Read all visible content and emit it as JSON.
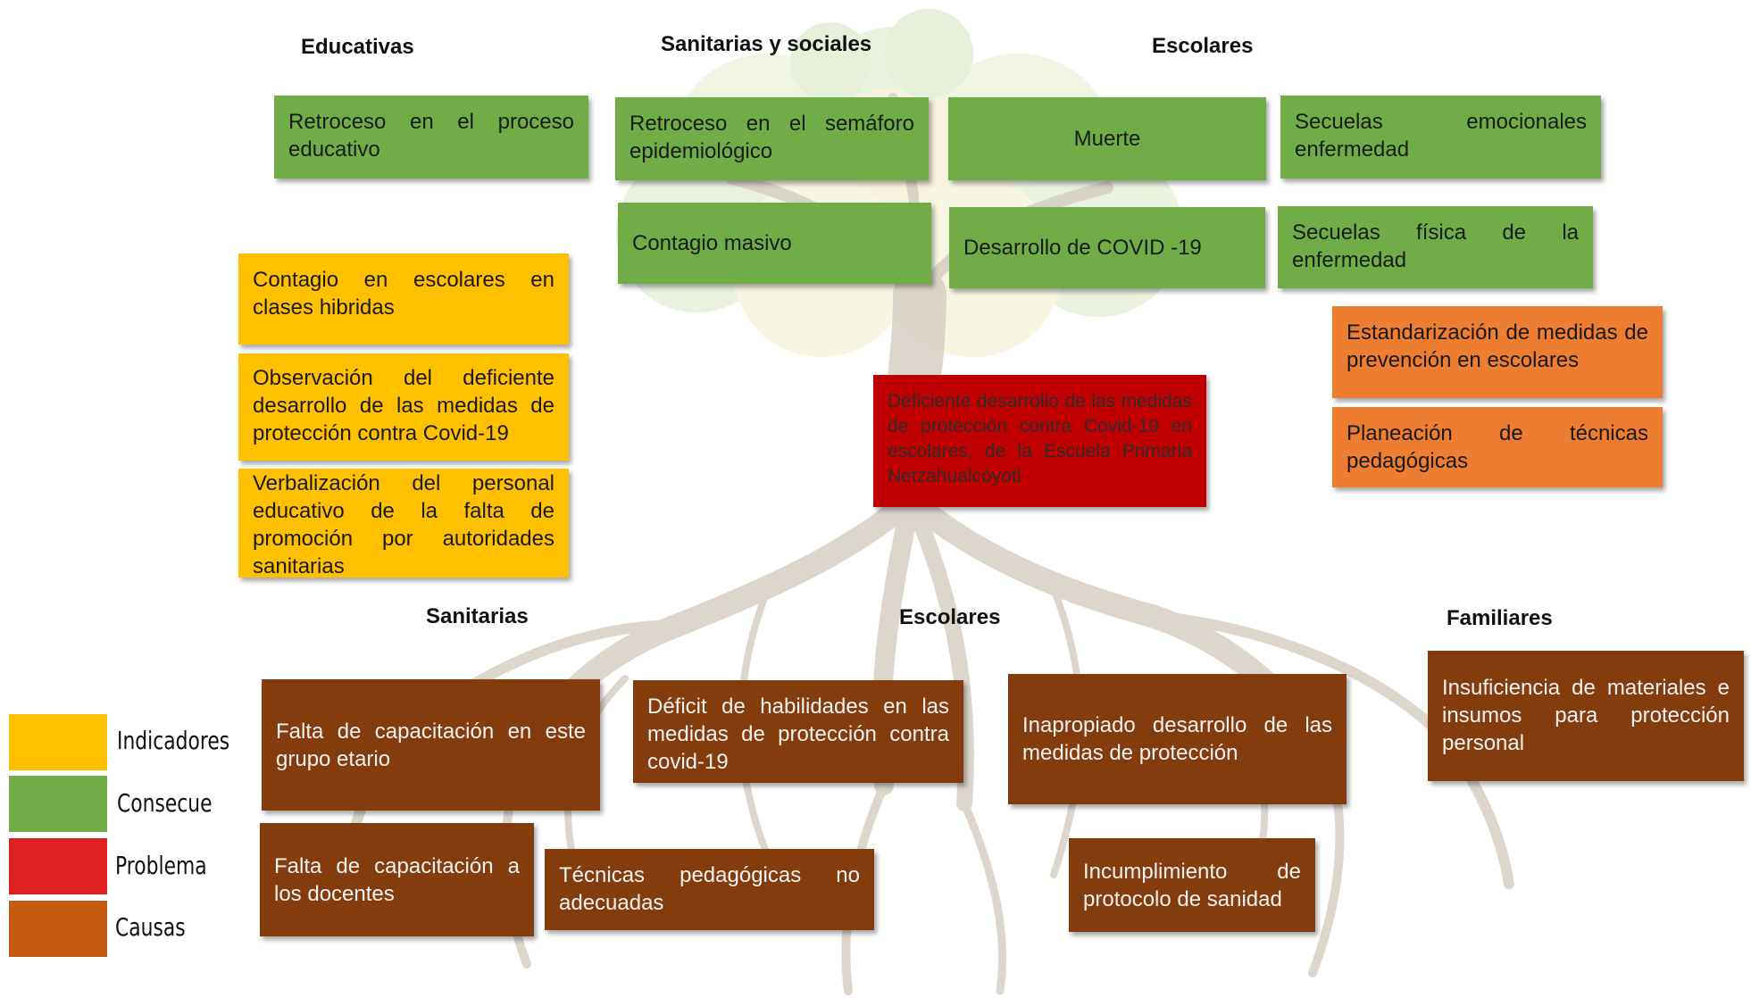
{
  "consequences": {
    "headings": {
      "educativas": "Educativas",
      "sanitarias_sociales": "Sanitarias y sociales",
      "escolares": "Escolares"
    },
    "boxes": {
      "retroceso_educativo": "Retroceso en el proceso educativo",
      "retroceso_semaforo": "Retroceso en el semáforo epidemiológico",
      "muerte": "Muerte",
      "secuelas_emocionales": "Secuelas emocionales enfermedad",
      "contagio_masivo": "Contagio masivo",
      "desarrollo_covid": "Desarrollo de COVID -19",
      "secuelas_fisica": "Secuelas física de la enfermedad"
    }
  },
  "indicators": {
    "contagio_escolares": "Contagio en escolares en clases hibridas",
    "observacion": "Observación del deficiente desarrollo de las medidas de protección contra Covid-19",
    "verbalizacion": "Verbalización del personal educativo de la falta de promoción por autoridades sanitarias"
  },
  "solutions": {
    "estandarizacion": "Estandarización de medidas de prevención en escolares",
    "planeacion": "Planeación de técnicas pedagógicas"
  },
  "problem": "Deficiente desarrollo de las medidas de protección contra Covid-19 en escolares, de la Escuela Primaria Netzahualcóyotl",
  "causes": {
    "headings": {
      "sanitarias": "Sanitarias",
      "escolares": "Escolares",
      "familiares": "Familiares"
    },
    "boxes": {
      "falta_capacitacion_grupo": "Falta de capacitación en este grupo etario",
      "deficit_habilidades": "Déficit de habilidades en las medidas de protección contra covid-19",
      "inapropiado_desarrollo": "Inapropiado desarrollo de las medidas de protección",
      "insuficiencia_materiales": "Insuficiencia de materiales e insumos para protección personal",
      "falta_capacitacion_docentes": "Falta de capacitación a los docentes",
      "tecnicas_no_adecuadas": "Técnicas pedagógicas no adecuadas",
      "incumplimiento_protocolo": "Incumplimiento de protocolo de sanidad"
    }
  },
  "legend": [
    {
      "label": "Indicadores",
      "color": "#ffc000"
    },
    {
      "label": "Consecuencia",
      "color": "#70ad47"
    },
    {
      "label": "Problema",
      "color": "#e02020"
    },
    {
      "label": "Causas",
      "color": "#c55a11"
    }
  ],
  "colors": {
    "consequence": "#70ad47",
    "indicator": "#ffc000",
    "solution": "#ed7d31",
    "problem": "#c00000",
    "cause": "#843c0c"
  }
}
